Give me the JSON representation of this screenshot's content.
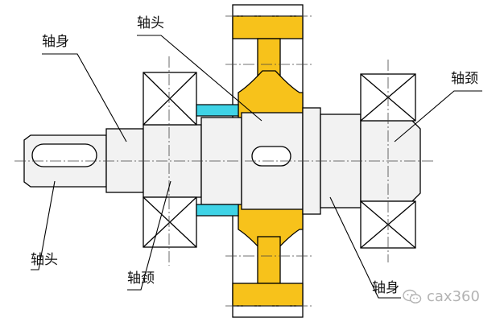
{
  "labels": {
    "shaft_body_top": "轴身",
    "shaft_head_top": "轴头",
    "journal_right": "轴颈",
    "shaft_head_bottom": "轴头",
    "journal_bottom": "轴颈",
    "shaft_body_bottom": "轴身"
  },
  "watermark": {
    "text": "cax360",
    "icon": "wechat-icon"
  },
  "colors": {
    "gear": "#f7c21b",
    "spacer": "#3fd3e6",
    "shaft": "#f2f2f2",
    "outline": "#000000"
  }
}
